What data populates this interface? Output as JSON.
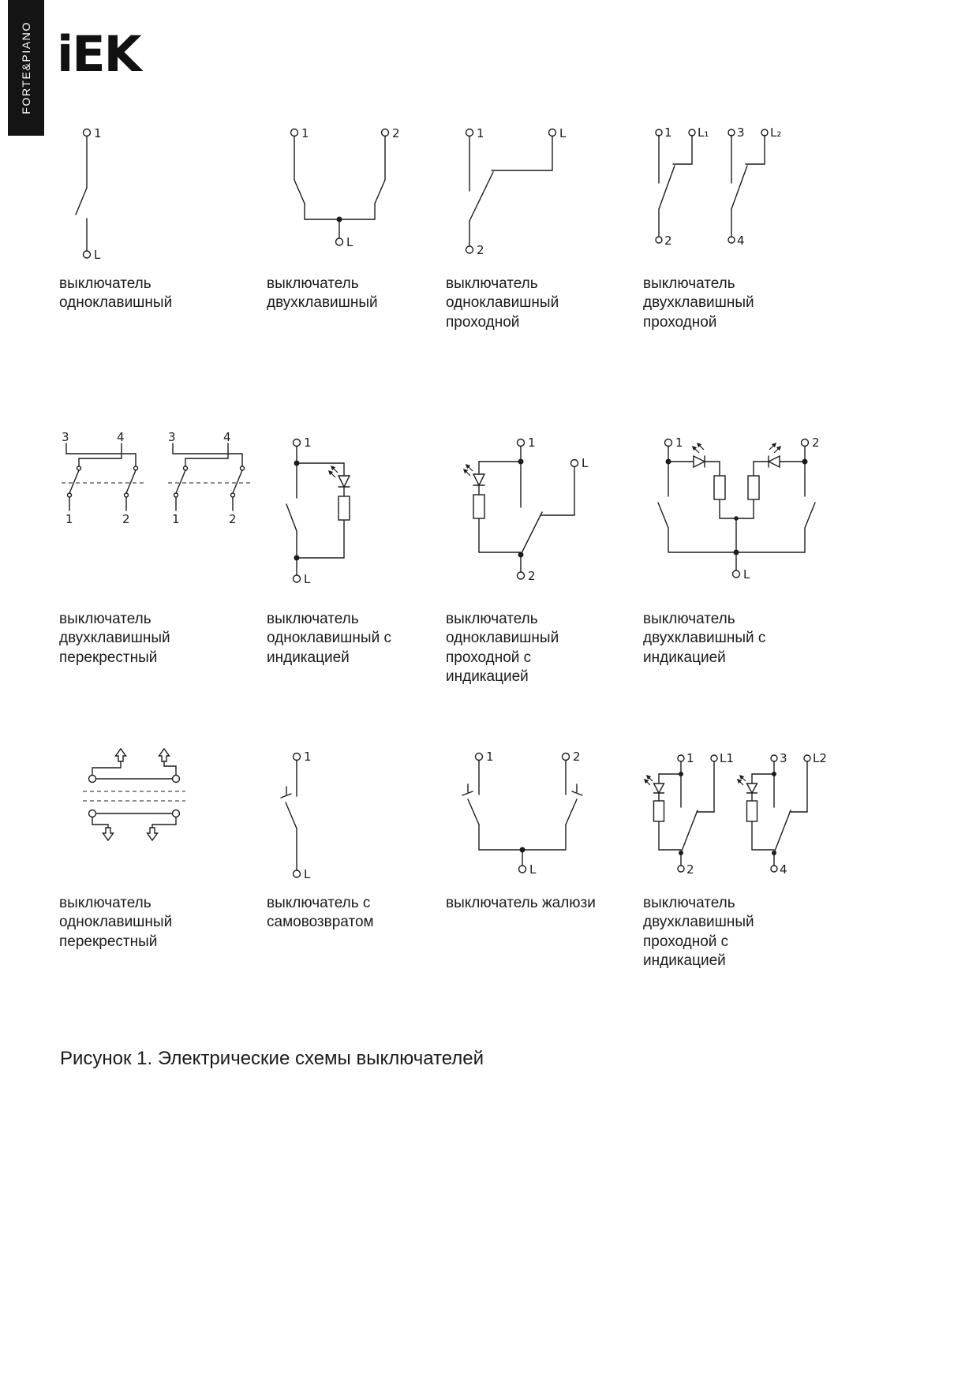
{
  "page": {
    "brand_logo": "iEK",
    "sidebar_text": "FORTE&PIANO",
    "figure_caption": "Рисунок 1. Электрические схемы выключателей"
  },
  "diagrams": [
    {
      "caption": "выключатель одноклавишный",
      "terminals": [
        "1",
        "L"
      ]
    },
    {
      "caption": "выключатель двухклавишный",
      "terminals": [
        "1",
        "2",
        "L"
      ]
    },
    {
      "caption": "выключатель одноклавишный проходной",
      "terminals": [
        "1",
        "L",
        "2"
      ]
    },
    {
      "caption": "выключатель двухклавишный проходной",
      "terminals": [
        "1",
        "L₁",
        "2",
        "3",
        "L₂",
        "4"
      ]
    },
    {
      "caption": "выключатель двухклавишный перекрестный",
      "terminals": [
        "3",
        "4",
        "1",
        "2",
        "3",
        "4",
        "1",
        "2"
      ]
    },
    {
      "caption": "выключатель одноклавишный с индикацией",
      "terminals": [
        "1",
        "L"
      ]
    },
    {
      "caption": "выключатель одноклавишный проходной с индикацией",
      "terminals": [
        "1",
        "L",
        "2"
      ]
    },
    {
      "caption": "выключатель двухклавишный с индикацией",
      "terminals": [
        "1",
        "2",
        "L"
      ]
    },
    {
      "caption": "выключатель одноклавишный перекрестный",
      "terminals": []
    },
    {
      "caption": "выключатель с самовозвратом",
      "terminals": [
        "1",
        "L"
      ]
    },
    {
      "caption": "выключатель жалюзи",
      "terminals": [
        "1",
        "2",
        "L"
      ]
    },
    {
      "caption": "выключатель двухклавишный проходной с индикацией",
      "terminals": [
        "1",
        "L1",
        "2",
        "3",
        "L2",
        "4"
      ]
    }
  ]
}
